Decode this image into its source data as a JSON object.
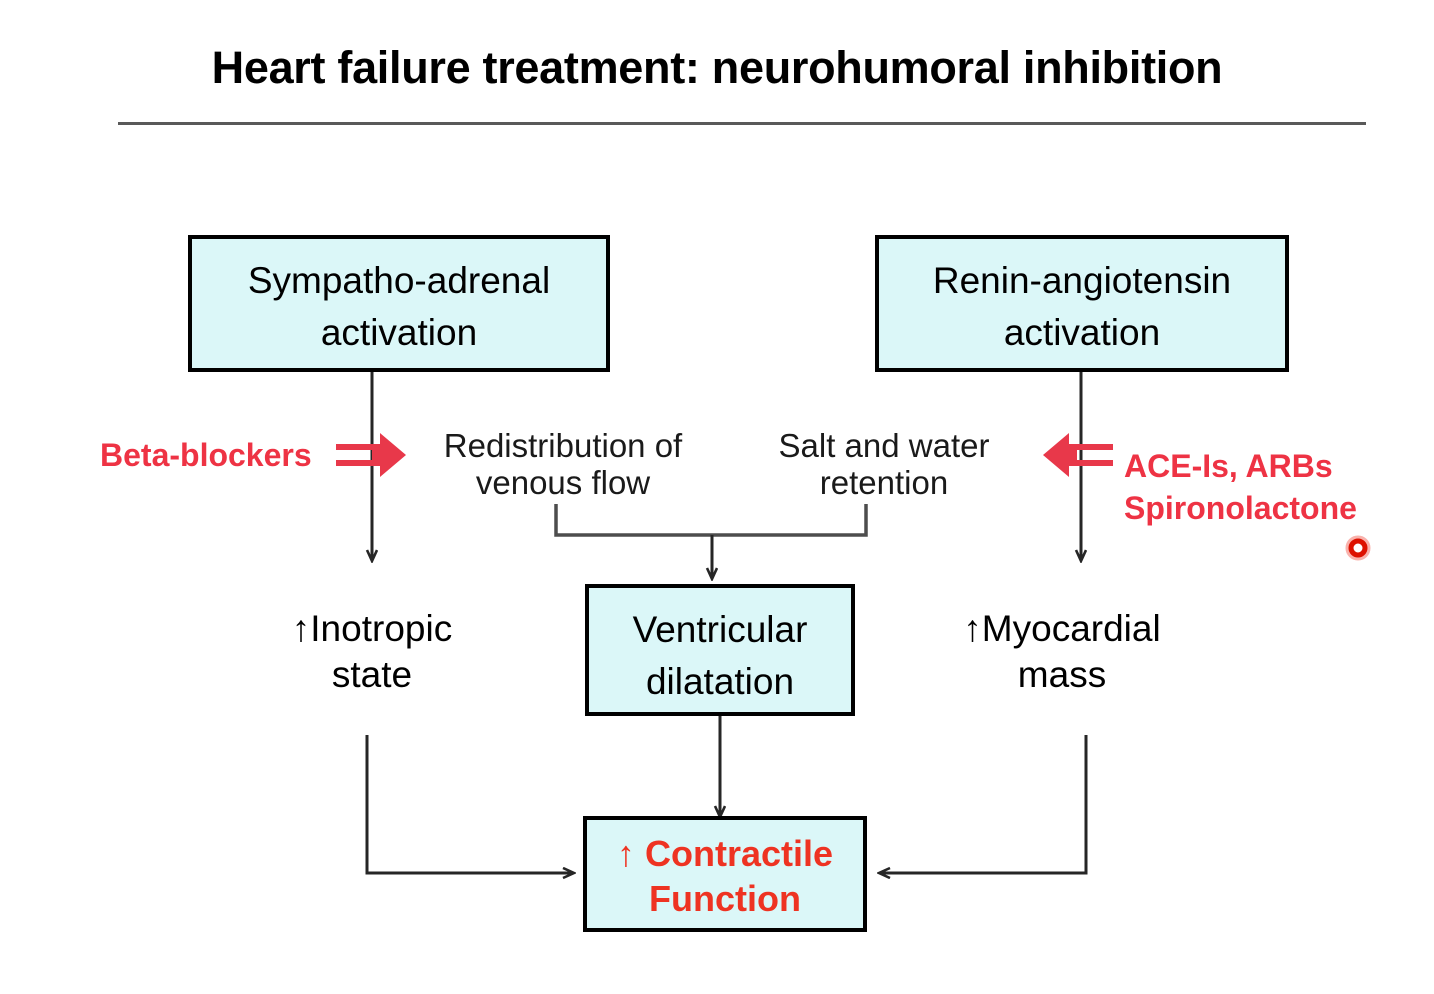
{
  "slide": {
    "title": "Heart failure treatment: neurohumoral inhibition",
    "background_color": "#ffffff",
    "rule_color": "#595959"
  },
  "theme": {
    "box_fill": "#dbf7f8",
    "box_border": "#000000",
    "accent_red": "#ee3344",
    "connector": "#262626",
    "text": "#000000"
  },
  "diagram": {
    "boxes": [
      {
        "id": "sympatho",
        "line1": "Sympatho-adrenal",
        "line2": "activation"
      },
      {
        "id": "renin",
        "line1": "Renin-angiotensin",
        "line2": "activation"
      },
      {
        "id": "ventricular",
        "line1": "Ventricular",
        "line2": "dilatation"
      },
      {
        "id": "contractile",
        "line1": "↑ Contractile",
        "line2": "Function"
      }
    ],
    "labels": [
      {
        "id": "redistribution",
        "line1": "Redistribution of",
        "line2": "venous flow"
      },
      {
        "id": "salt-water",
        "line1": "Salt and water",
        "line2": "retention"
      },
      {
        "id": "inotropic",
        "line1": "↑Inotropic",
        "line2": "state"
      },
      {
        "id": "myocardial",
        "line1": "↑Myocardial",
        "line2": "mass"
      }
    ],
    "drug_labels": [
      {
        "id": "beta-blockers",
        "line1": "Beta-blockers",
        "line2": ""
      },
      {
        "id": "ace-arb-spiro",
        "line1": "ACE-Is, ARBs",
        "line2": "Spironolactone"
      }
    ],
    "markers": [
      {
        "id": "red-bullet",
        "shape": "ring",
        "color": "#ee2211"
      }
    ]
  }
}
